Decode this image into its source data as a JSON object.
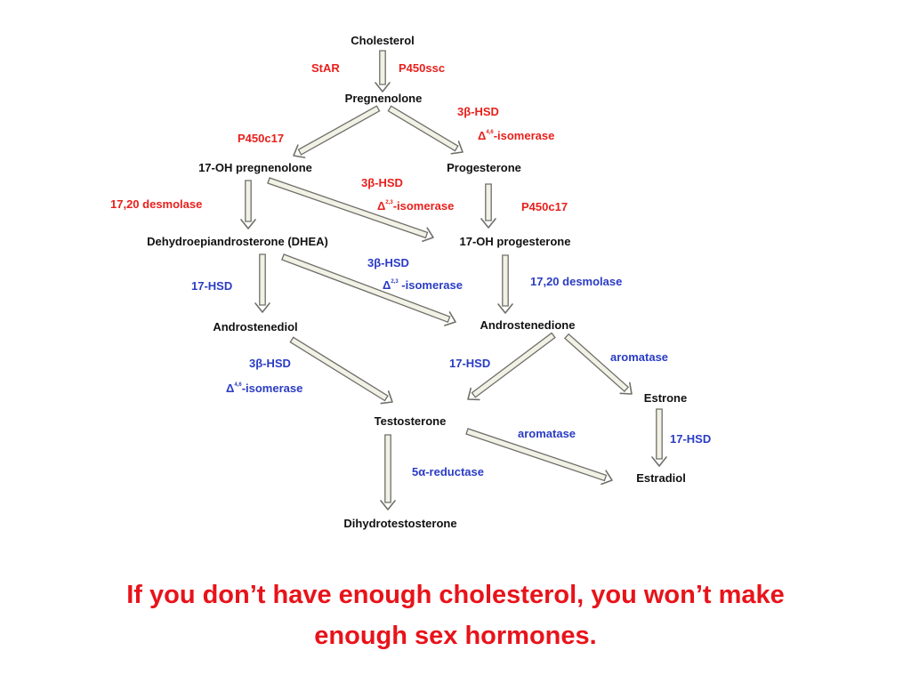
{
  "nodes": {
    "cholesterol": "Cholesterol",
    "pregnenolone": "Pregnenolone",
    "oh17_pregnenolone": "17-OH pregnenolone",
    "progesterone": "Progesterone",
    "dhea": "Dehydroepiandrosterone (DHEA)",
    "oh17_progesterone": "17-OH progesterone",
    "androstenediol": "Androstenediol",
    "androstenedione": "Androstenedione",
    "testosterone": "Testosterone",
    "estrone": "Estrone",
    "estradiol": "Estradiol",
    "dihydrotestosterone": "Dihydrotestosterone"
  },
  "enzymes": {
    "star": "StAR",
    "p450scc": "P450ssc",
    "hsd3b_1": "3β-HSD",
    "isomerase_1": {
      "delta": "Δ",
      "sup": "4,6",
      "text": "-isomerase"
    },
    "p450c17_1": "P450c17",
    "hsd3b_2": "3β-HSD",
    "isomerase_2": {
      "delta": "Δ",
      "sup": "2,3",
      "text": "-isomerase"
    },
    "desmolase_1": "17,20 desmolase",
    "p450c17_2": "P450c17",
    "hsd3b_3": "3β-HSD",
    "isomerase_3": {
      "delta": "Δ",
      "sup": "2,3",
      "text": " -isomerase"
    },
    "hsd17_1": "17-HSD",
    "desmolase_2": "17,20 desmolase",
    "hsd3b_4": "3β-HSD",
    "isomerase_4": {
      "delta": "Δ",
      "sup": "4,6",
      "text": "-isomerase"
    },
    "hsd17_2": "17-HSD",
    "aromatase_1": "aromatase",
    "aromatase_2": "aromatase",
    "hsd17_3": "17-HSD",
    "reductase": "5α-reductase"
  },
  "caption": {
    "line1": "If you don’t have enough cholesterol, you won’t make",
    "line2": "enough sex hormones."
  },
  "colors": {
    "enzyme_red": "#e8201c",
    "enzyme_blue": "#2a3cc4",
    "caption": "#e8131a",
    "arrow_fill": "#f1f1e6",
    "arrow_stroke": "#6f6f69"
  }
}
